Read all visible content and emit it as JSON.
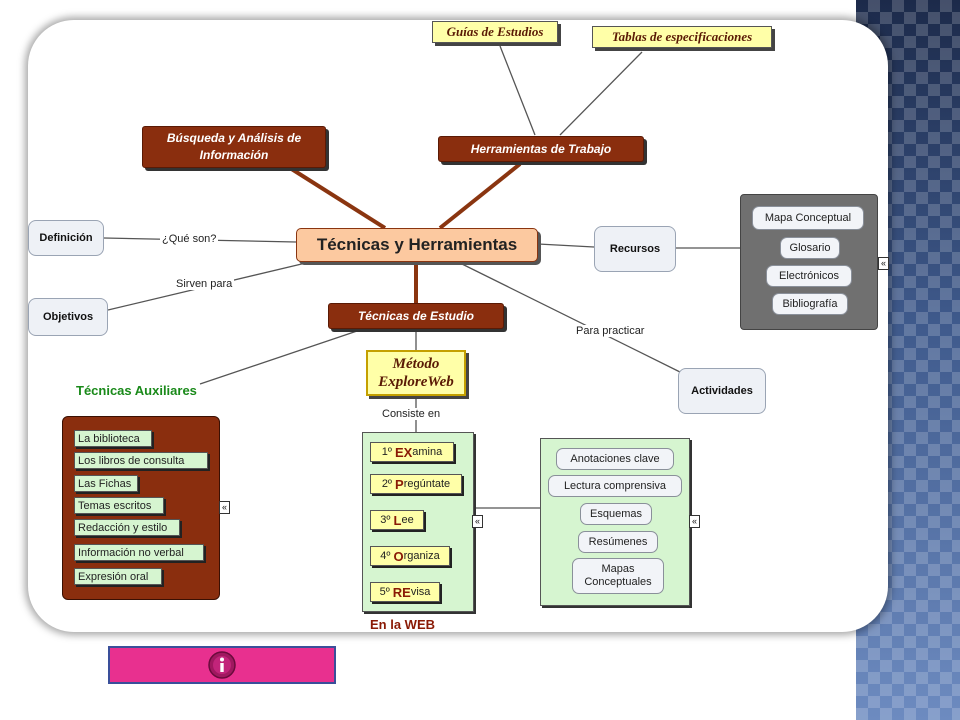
{
  "center": "Técnicas y Herramientas",
  "herramientas": {
    "title": "Herramientas de Trabajo",
    "children": [
      "Guías de Estudios",
      "Tablas de especificaciones"
    ]
  },
  "busqueda": "Búsqueda y Análisis de Información",
  "definicion": {
    "label": "Definición",
    "link": "¿Qué son?"
  },
  "objetivos": {
    "label": "Objetivos",
    "link": "Sirven para"
  },
  "recursos": {
    "title": "Recursos",
    "items": [
      "Mapa Conceptual",
      "Glosario",
      "Electrónicos",
      "Bibliografía"
    ]
  },
  "tecnicas_estudio": "Técnicas de Estudio",
  "practicar": {
    "link": "Para practicar",
    "label": "Actividades"
  },
  "auxiliares": {
    "title": "Técnicas Auxiliares",
    "items": [
      "La biblioteca",
      "Los libros de consulta",
      "Las Fichas",
      "Temas escritos",
      "Redacción y estilo",
      "Información no verbal",
      "Expresión oral"
    ]
  },
  "metodo": {
    "title": "Método ExploreWeb",
    "link": "Consiste en",
    "footer": "En la WEB"
  },
  "steps": [
    {
      "num": "1º",
      "big": "EX",
      "rest": "amina"
    },
    {
      "num": "2º",
      "big": "P",
      "rest": "regúntate"
    },
    {
      "num": "3º",
      "big": "L",
      "rest": "ee"
    },
    {
      "num": "4º",
      "big": "O",
      "rest": "rganiza"
    },
    {
      "num": "5º",
      "big": "RE",
      "rest": "visa"
    }
  ],
  "lectura": {
    "items": [
      "Anotaciones clave",
      "Lectura comprensiva",
      "Esquemas",
      "Resúmenes",
      "Mapas Conceptuales"
    ]
  },
  "collapse_glyph": "«",
  "nav_button": {
    "icon": "information-icon",
    "color": "#e8308f"
  },
  "colors": {
    "brown": "#8a2e0e",
    "center": "#fcc9a0",
    "yellow": "#ffffa8",
    "green": "#d6f5d0",
    "grey_panel": "#707070",
    "aux_title": "#1a8a1a"
  }
}
